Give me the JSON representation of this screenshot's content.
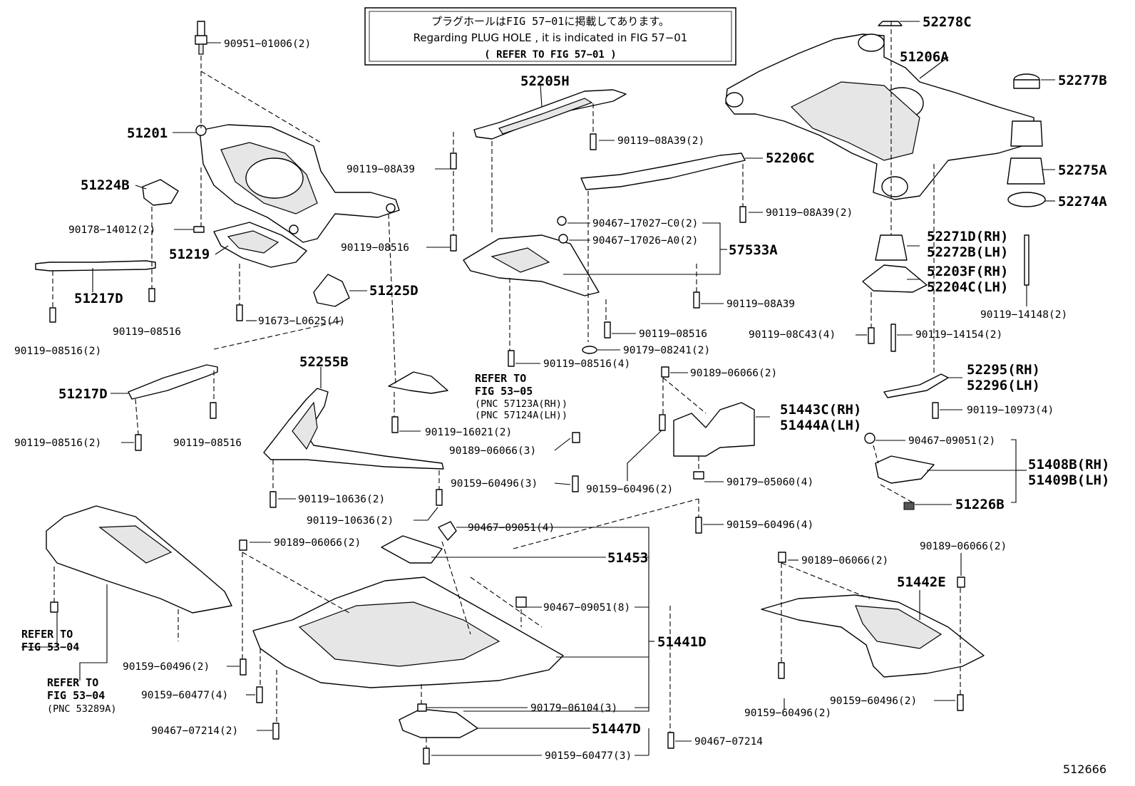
{
  "notice": {
    "line1": "プラグホールはFIG 57−01に掲載してあります。",
    "line2": "Regarding  PLUG HOLE , it is  indicated  in  FIG 57−01",
    "line3": "(  REFER TO FIG 57−01  )"
  },
  "diagram_id": "512666",
  "labels": {
    "p90951": "90951−01006(2)",
    "p51201": "51201",
    "p51224B": "51224B",
    "p90178": "90178−14012(2)",
    "p51219": "51219",
    "p51217D_top": "51217D",
    "p90119_08516_a": "90119−08516",
    "p90119_08516_2a": "90119−08516(2)",
    "p91673": "91673−L0625(4)",
    "p51225D": "51225D",
    "p52205H": "52205H",
    "p90119_08A39_2a": "90119−08A39(2)",
    "p90119_08A39_a": "90119−08A39",
    "p52206C": "52206C",
    "p90119_08A39_2b": "90119−08A39(2)",
    "p90467_17027": "90467−17027−C0(2)",
    "p90467_17026": "90467−17026−A0(2)",
    "p57533A": "57533A",
    "p90119_08516_b": "90119−08516",
    "p90119_08A39_b": "90119−08A39",
    "p90119_08516_c": "90119−08516",
    "p90179_08241": "90179−08241(2)",
    "p90119_08516_4": "90119−08516(4)",
    "p52278C": "52278C",
    "p51206A": "51206A",
    "p52277B": "52277B",
    "p52275A": "52275A",
    "p52274A": "52274A",
    "p52271D": "52271D(RH)",
    "p52272B": "52272B(LH)",
    "p52203F": "52203F(RH)",
    "p52204C": "52204C(LH)",
    "p90119_14148": "90119−14148(2)",
    "p90119_08C43": "90119−08C43(4)",
    "p90119_14154": "90119−14154(2)",
    "p52295": "52295(RH)",
    "p52296": "52296(LH)",
    "p90119_10973": "90119−10973(4)",
    "p51217D_mid": "51217D",
    "p90119_08516_2b": "90119−08516(2)",
    "p90119_08516_d": "90119−08516",
    "p52255B": "52255B",
    "ref5305_a": "REFER TO",
    "ref5305_b": "FIG 53−05",
    "ref5305_c": "(PNC 57123A(RH))",
    "ref5305_d": "(PNC 57124A(LH))",
    "p90119_16021": "90119−16021(2)",
    "p90189_06066_3": "90189−06066(3)",
    "p90159_60496_3": "90159−60496(3)",
    "p90119_10636_a": "90119−10636(2)",
    "p90119_10636_b": "90119−10636(2)",
    "p90189_06066_2a": "90189−06066(2)",
    "p51443C": "51443C(RH)",
    "p51444A": "51444A(LH)",
    "p90159_60496_2a": "90159−60496(2)",
    "p90179_05060": "90179−05060(4)",
    "p90159_60496_4": "90159−60496(4)",
    "p90467_09051_2": "90467−09051(2)",
    "p51408B": "51408B(RH)",
    "p51409B": "51409B(LH)",
    "p51226B": "51226B",
    "p90467_09051_4": "90467−09051(4)",
    "p90189_06066_2b": "90189−06066(2)",
    "p51453": "51453",
    "p90467_09051_8": "90467−09051(8)",
    "p51441D": "51441D",
    "ref5304_a": "REFER TO",
    "ref5304_b": "FIG 53−04",
    "ref5304_c": "REFER TO",
    "ref5304_d": "FIG 53−04",
    "ref5304_e": "(PNC 53289A)",
    "p90159_60496_2b": "90159−60496(2)",
    "p90159_60477_4": "90159−60477(4)",
    "p90467_07214_2": "90467−07214(2)",
    "p90179_06104": "90179−06104(3)",
    "p51447D": "51447D",
    "p90467_07214": "90467−07214",
    "p90159_60477_3": "90159−60477(3)",
    "p90189_06066_2c": "90189−06066(2)",
    "p90189_06066_2d": "90189−06066(2)",
    "p51442E": "51442E",
    "p90159_60496_2c": "90159−60496(2)",
    "p90159_60496_2d": "90159−60496(2)"
  }
}
